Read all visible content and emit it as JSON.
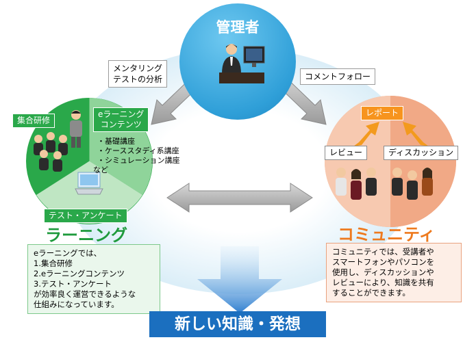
{
  "manager": {
    "title": "管理者"
  },
  "callouts": {
    "mentoring_line1": "メンタリング",
    "mentoring_line2": "テストの分析",
    "comment_follow": "コメントフォロー"
  },
  "learning": {
    "tag_group": "集合研修",
    "tag_elearning_line1": "eラーニング",
    "tag_elearning_line2": "コンテンツ",
    "bullets": [
      "・基礎講座",
      "・ケーススタディ系講座",
      "・シミュレーション講座",
      "など"
    ],
    "tag_test": "テスト・アンケート",
    "title": "ラーニング",
    "description": [
      "eラーニングでは、",
      "1.集合研修",
      "2.eラーニングコンテンツ",
      "3.テスト・アンケート",
      "が効率良く運営できるような",
      "仕組みになっています。"
    ]
  },
  "community": {
    "tag_report": "レポート",
    "tag_review": "レビュー",
    "tag_discussion": "ディスカッション",
    "title": "コミュニティ",
    "description": [
      "コミュニティでは、受講者や",
      "スマートフォンやパソコンを",
      "使用し、ディスカッションや",
      "レビューにより、知識を共有",
      "することができます。"
    ]
  },
  "bottom": {
    "title": "新しい知識・発想"
  },
  "colors": {
    "manager_blue": "#2f9fd8",
    "learning_green": "#2aa84a",
    "community_orange": "#f3a27b",
    "community_title": "#ee7a1e",
    "banner_blue": "#1b6fbf"
  }
}
